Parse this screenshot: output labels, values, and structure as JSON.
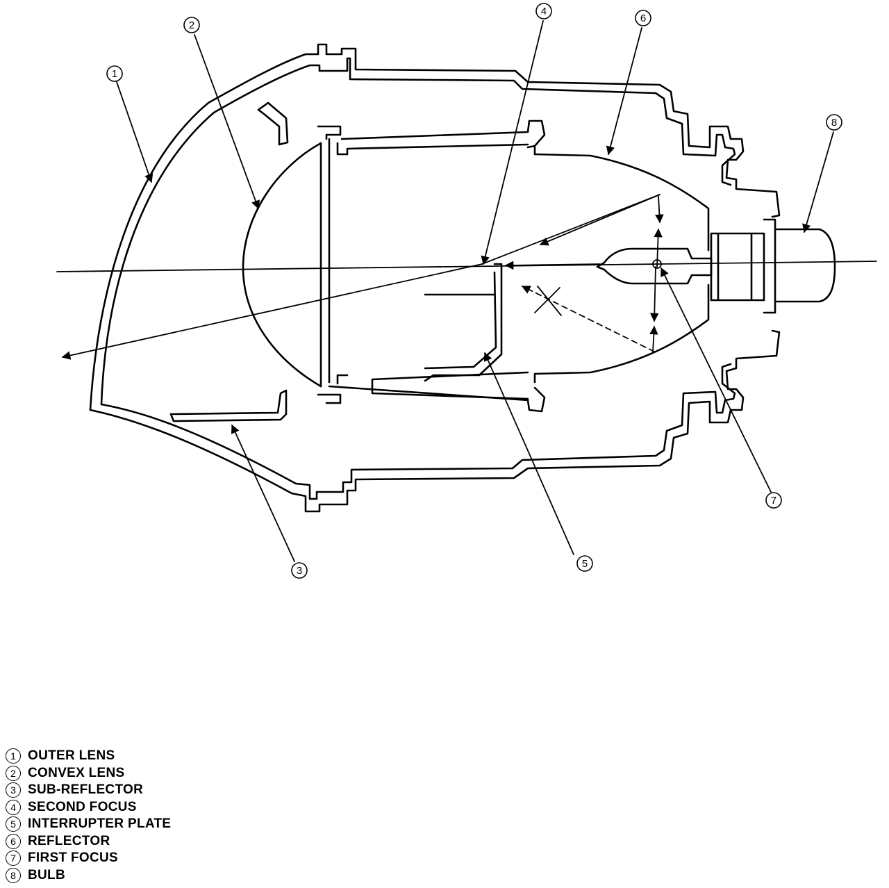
{
  "callouts": [
    {
      "number": "1"
    },
    {
      "number": "2"
    },
    {
      "number": "3"
    },
    {
      "number": "4"
    },
    {
      "number": "5"
    },
    {
      "number": "6"
    },
    {
      "number": "7"
    },
    {
      "number": "8"
    }
  ],
  "legend": [
    {
      "number": "1",
      "label": "OUTER LENS"
    },
    {
      "number": "2",
      "label": "CONVEX LENS"
    },
    {
      "number": "3",
      "label": "SUB-REFLECTOR"
    },
    {
      "number": "4",
      "label": "SECOND FOCUS"
    },
    {
      "number": "5",
      "label": "INTERRUPTER PLATE"
    },
    {
      "number": "6",
      "label": "REFLECTOR"
    },
    {
      "number": "7",
      "label": "FIRST FOCUS"
    },
    {
      "number": "8",
      "label": "BULB"
    }
  ]
}
